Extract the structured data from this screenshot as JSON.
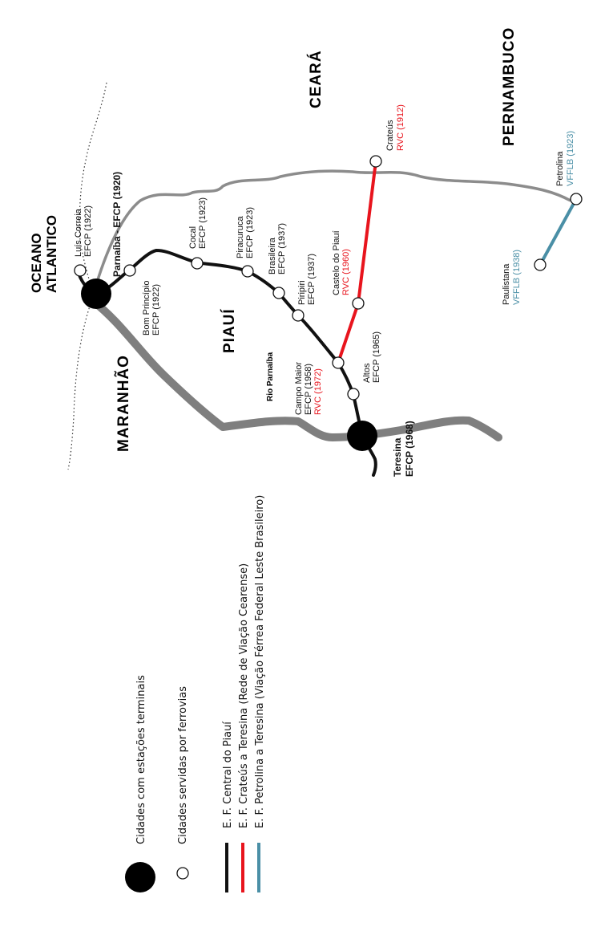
{
  "colors": {
    "efcp": "#111111",
    "rvc": "#e8141d",
    "vfflb": "#4a8fa6",
    "boundary": "#8c8c8c",
    "river": "#7f7f7f"
  },
  "map": {
    "ocean": [
      "OCEANO",
      "ATLANTICO"
    ],
    "states": {
      "ceara": "CEARÁ",
      "pernambuco": "PERNAMBUCO",
      "piaui": "PIAUÍ",
      "maranhao": "MARANHÃO"
    },
    "river": "Rio Parnaíba",
    "terminals": {
      "parnaiba": "Parnaíba - EFCP (1920)",
      "teresina_name": "Teresina",
      "teresina_code": "EFCP (1968)"
    },
    "stations": {
      "luis_correia": [
        "Luís Correia",
        "EFCP (1922)"
      ],
      "bom_principio": [
        "Bom Princípio",
        "EFCP (1922)"
      ],
      "cocal": [
        "Cocal",
        "EFCP (1923)"
      ],
      "piracuruca": [
        "Piracuruca",
        "EFCP (1923)"
      ],
      "brasileira": [
        "Brasileira",
        "EFCP (1937)"
      ],
      "piripiri": [
        "Piripiri",
        "EFCP (1937)"
      ],
      "castelo": [
        "Castelo do Piauí",
        "RVC (1960)"
      ],
      "campo_maior": [
        "Campo Maior",
        "EFCP (1958)",
        "RVC (1972)"
      ],
      "altos": [
        "Altos",
        "EFCP (1965)"
      ],
      "crateus": [
        "Crateús",
        "RVC (1912)"
      ],
      "petrolina": [
        "Petrolina",
        "VFFLB (1923)"
      ],
      "paulistana": [
        "Paulistana",
        "VFFLB (1938)"
      ]
    }
  },
  "legend": {
    "terminal": "Cidades com estações terminais",
    "served": "Cidades servidas por ferrovias",
    "efcp": "E. F. Central do Piauí",
    "rvc": "E. F. Crateús a Teresina (Rede de Viação Cearense)",
    "vfflb": "E. F. Petrolina a Teresina (Viação Férrea Federal Leste Brasileiro)"
  }
}
